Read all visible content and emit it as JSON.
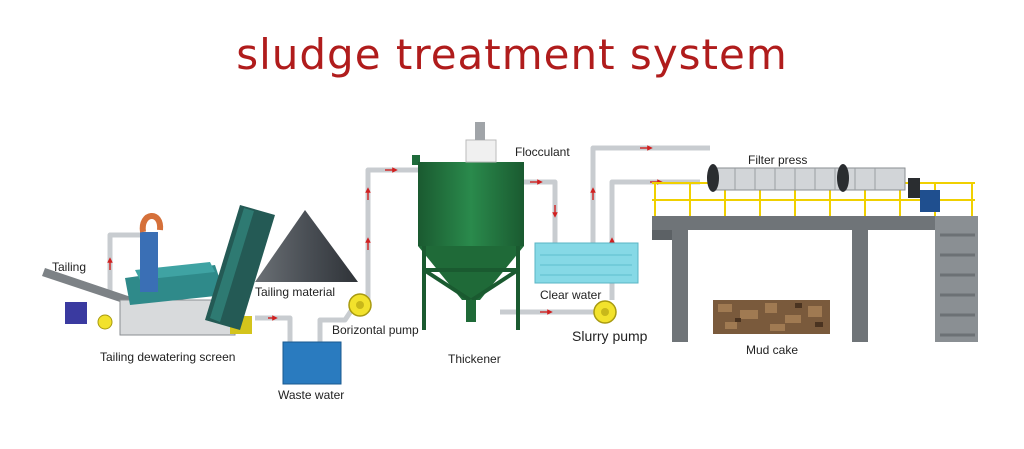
{
  "title": "sludge treatment system",
  "labels": {
    "tailing": "Tailing",
    "tailing_material": "Tailing material",
    "dewatering_screen": "Tailing dewatering screen",
    "waste_water": "Waste water",
    "horizontal_pump": "Borizontal pump",
    "thickener": "Thickener",
    "flocculant": "Flocculant",
    "clear_water": "Clear water",
    "slurry_pump": "Slurry pump",
    "filter_press": "Filter press",
    "mud_cake": "Mud cake"
  },
  "colors": {
    "title": "#b01c1c",
    "pipe": "#c8ccd0",
    "flow_arrow": "#d02020",
    "thickener": "#1e6b3a",
    "pump": "#f2e22c",
    "waste_water": "#2a7bbf",
    "clear_water": "#86d9e6",
    "steel": "#6f7478",
    "railing": "#f0d000",
    "conveyor": "#1f5f57",
    "tailing_pile": "#555a60"
  }
}
